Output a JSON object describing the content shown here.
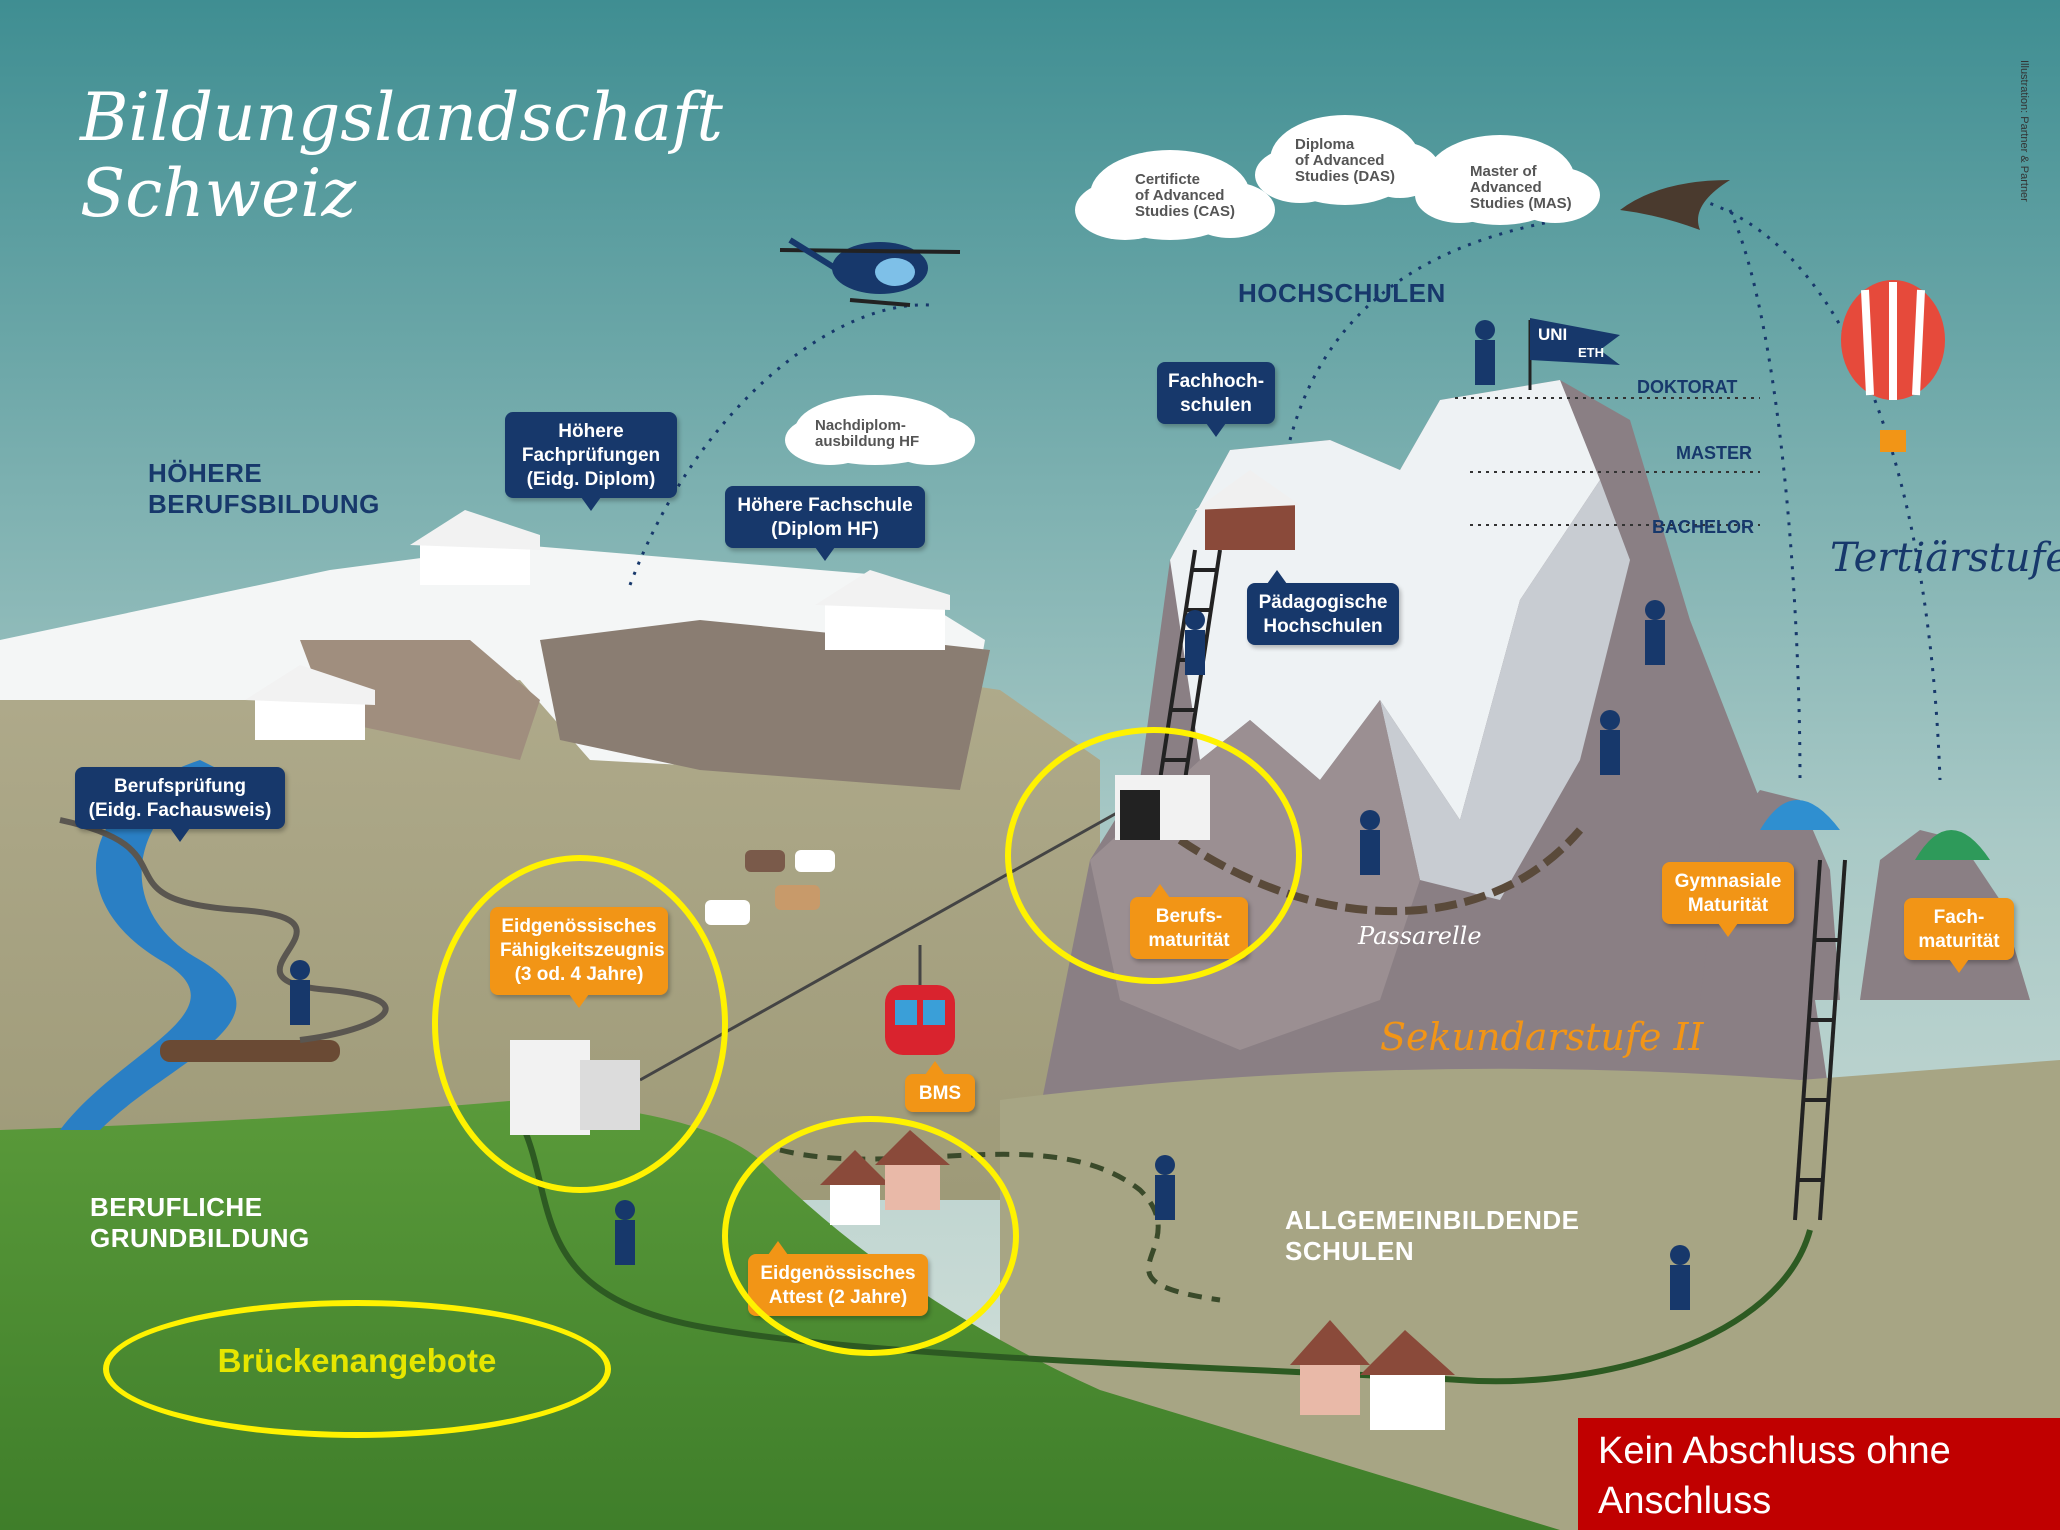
{
  "title": "Bildungslandschaft\nSchweiz",
  "credit": "Illustration: Partner & Partner",
  "sections": {
    "hoehere_berufsbildung": "HÖHERE\nBERUFSBILDUNG",
    "hochschulen": "HOCHSCHULEN",
    "berufliche_grundbildung": "BERUFLICHE\nGRUNDBILDUNG",
    "allgemeinbildende_schulen": "ALLGEMEINBILDENDE\nSCHULEN",
    "tertiaerstufe": "Tertiärstufe",
    "sekundarstufe": "Sekundarstufe II",
    "passarelle": "Passarelle"
  },
  "levels": {
    "doktorat": "DOKTORAT",
    "master": "MASTER",
    "bachelor": "BACHELOR"
  },
  "flags": {
    "uni": "UNI",
    "eth": "ETH"
  },
  "clouds": {
    "cas": "Certificte\nof Advanced\nStudies (CAS)",
    "das": "Diploma\nof Advanced\nStudies (DAS)",
    "mas": "Master of\nAdvanced\nStudies (MAS)",
    "nachdiplom": "Nachdiplom-\nausbildung HF"
  },
  "boxes": {
    "hoehere_fachpruefungen": "Höhere\nFachprüfungen\n(Eidg. Diplom)",
    "hoehere_fachschule": "Höhere Fachschule\n(Diplom HF)",
    "berufspruefung": "Berufsprüfung\n(Eidg. Fachausweis)",
    "fachhochschulen": "Fachhoch-\nschulen",
    "paedagogische": "Pädagogische\nHochschulen",
    "efz": "Eidgenössisches\nFähigkeitszeugnis\n(3 od. 4 Jahre)",
    "attest": "Eidgenössisches\nAttest (2 Jahre)",
    "bms": "BMS",
    "berufsmaturitaet": "Berufs-\nmaturität",
    "gymnasiale": "Gymnasiale\nMaturität",
    "fachmaturitaet": "Fach-\nmaturität"
  },
  "overlay": {
    "brueckenangebote": "Brückenangebote",
    "ring_color": "#fff200"
  },
  "footer_note": "Kein Abschluss ohne\nAnschluss",
  "colors": {
    "navy": "#17386b",
    "orange": "#f29516",
    "red": "#c00000"
  }
}
